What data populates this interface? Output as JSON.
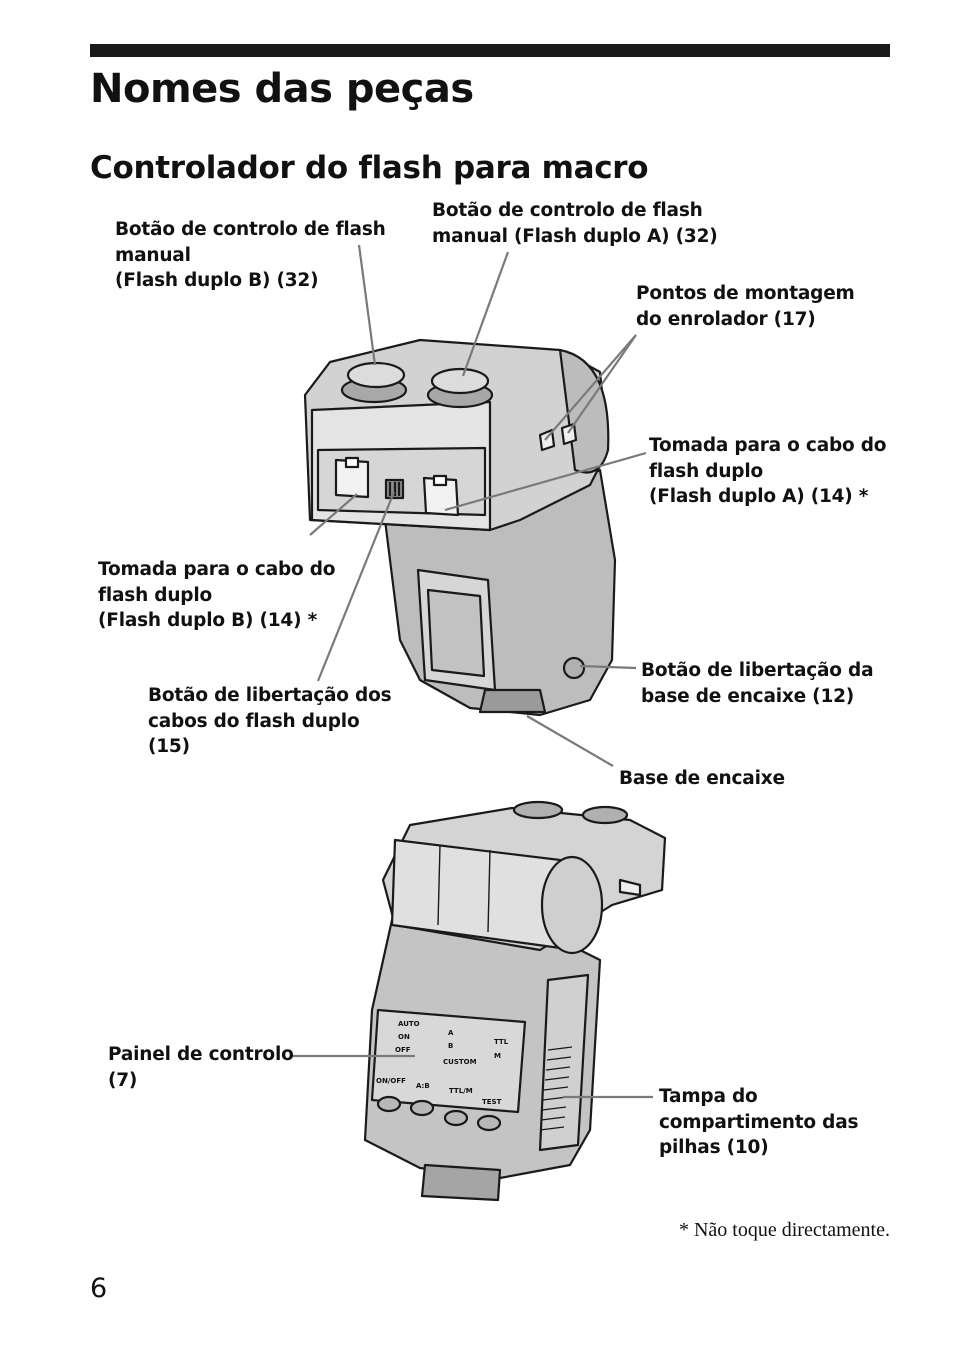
{
  "heading": "Nomes das peças",
  "subheading": "Controlador do flash para macro",
  "labels": {
    "dial_b": [
      "Botão de controlo de flash",
      "manual",
      "(Flash duplo B) (32)"
    ],
    "dial_a": [
      "Botão de controlo de flash",
      "manual (Flash duplo A) (32)"
    ],
    "mount_points": [
      "Pontos de montagem",
      "do enrolador (17)"
    ],
    "socket_a": [
      "Tomada para o cabo do",
      "flash duplo",
      "(Flash duplo A) (14) *"
    ],
    "socket_b": [
      "Tomada para o cabo do",
      "flash duplo",
      "(Flash duplo B) (14) *"
    ],
    "release_cables": [
      "Botão de libertação dos",
      "cabos do flash duplo",
      "(15)"
    ],
    "release_foot": [
      "Botão de libertação da",
      "base de encaixe (12)"
    ],
    "foot": [
      "Base de encaixe"
    ],
    "control_panel": [
      "Painel de controlo",
      "(7)"
    ],
    "battery_cover": [
      "Tampa do",
      "compartimento das",
      "pilhas (10)"
    ]
  },
  "panel": {
    "modes": [
      "AUTO",
      "ON",
      "OFF"
    ],
    "ab": [
      "A",
      "B"
    ],
    "custom": "CUSTOM",
    "flash_modes": [
      "TTL",
      "M"
    ],
    "buttons": [
      "ON/OFF",
      "A:B",
      "TTL/M",
      "TEST"
    ]
  },
  "footnote": "* Não toque directamente.",
  "page_number": "6"
}
